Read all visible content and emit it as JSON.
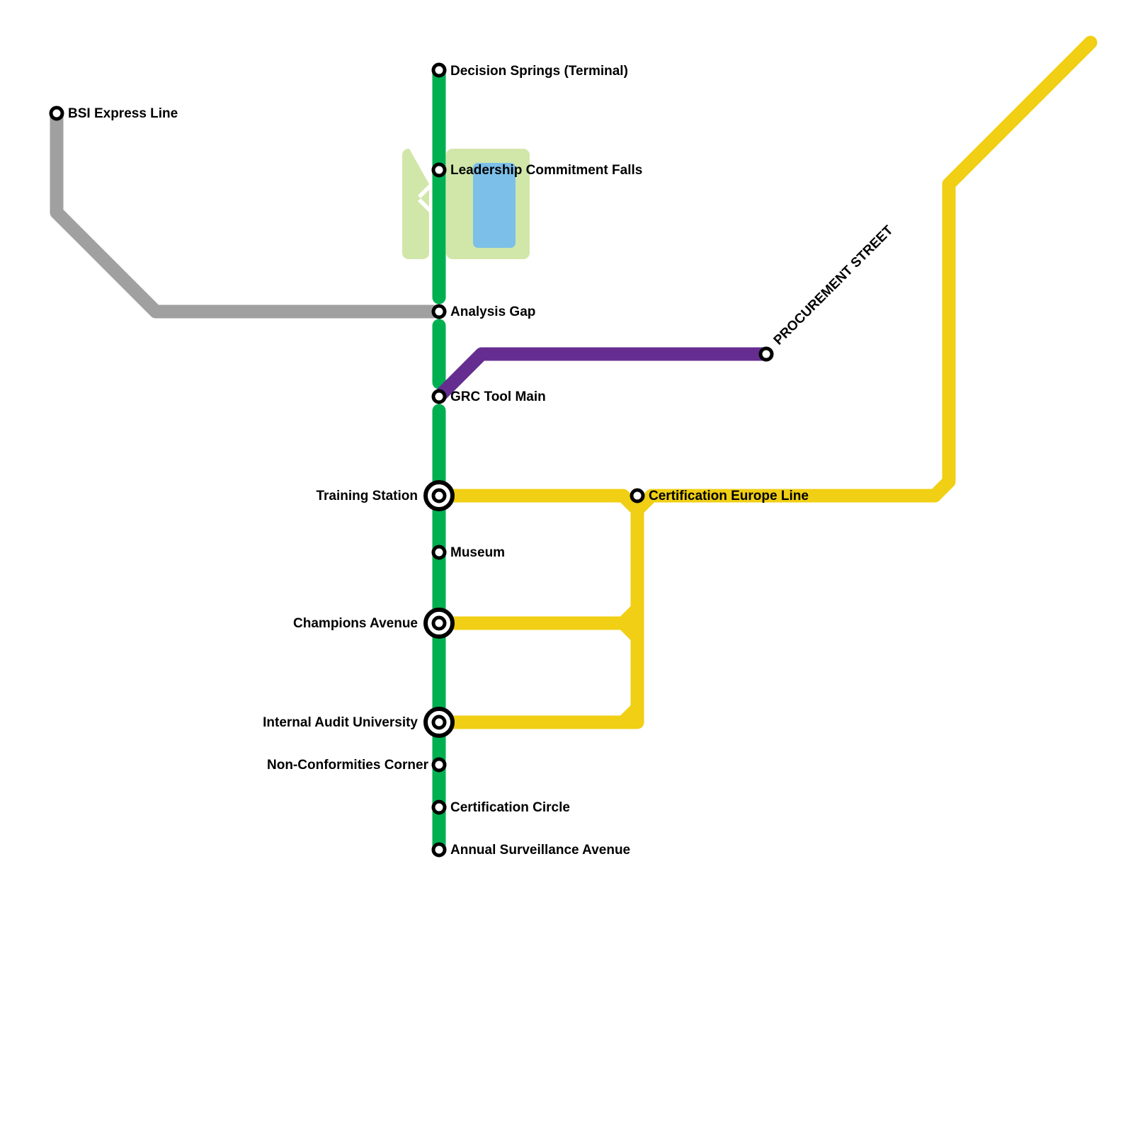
{
  "colors": {
    "green": "#00b050",
    "grey": "#a0a0a0",
    "purple": "#662d91",
    "yellow": "#f0cf14",
    "park": "#d1e7a9",
    "water": "#7cbfe9"
  },
  "lines": [
    {
      "id": "green-line",
      "color": "green"
    },
    {
      "id": "grey-line",
      "color": "grey"
    },
    {
      "id": "purple-line",
      "color": "purple"
    },
    {
      "id": "yellow-line",
      "color": "yellow"
    }
  ],
  "stations": [
    {
      "id": "decision-springs",
      "name": "Decision Springs (Terminal)",
      "interchange": false
    },
    {
      "id": "bsi-express-line",
      "name": "BSI Express Line",
      "interchange": false
    },
    {
      "id": "leadership-commitment-falls",
      "name": "Leadership Commitment Falls",
      "interchange": false
    },
    {
      "id": "analysis-gap",
      "name": "Analysis Gap",
      "interchange": false
    },
    {
      "id": "procurement-street",
      "name": "PROCUREMENT STREET",
      "interchange": false
    },
    {
      "id": "grc-tool-main",
      "name": "GRC Tool  Main",
      "interchange": false
    },
    {
      "id": "training-station",
      "name": "Training Station",
      "interchange": true
    },
    {
      "id": "certification-europe-line",
      "name": "Certification Europe Line",
      "interchange": false
    },
    {
      "id": "museum",
      "name": "Museum",
      "interchange": false
    },
    {
      "id": "champions-avenue",
      "name": "Champions Avenue",
      "interchange": true
    },
    {
      "id": "internal-audit-university",
      "name": "Internal Audit University",
      "interchange": true
    },
    {
      "id": "non-conformities-corner",
      "name": "Non-Conformities Corner",
      "interchange": false
    },
    {
      "id": "certification-circle",
      "name": "Certification Circle",
      "interchange": false
    },
    {
      "id": "annual-surveillance-avenue",
      "name": "Annual Surveillance Avenue",
      "interchange": false
    }
  ]
}
